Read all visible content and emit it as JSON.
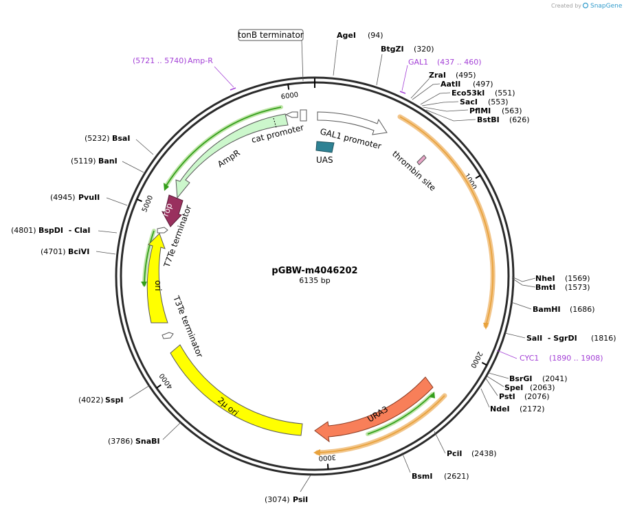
{
  "credit": {
    "text": "Created by",
    "brand": "SnapGene"
  },
  "plasmid": {
    "name": "pGBW-m4046202",
    "size_label": "6135 bp",
    "length": 6135
  },
  "ticks": [
    {
      "pos": 1000,
      "label": "1000"
    },
    {
      "pos": 2000,
      "label": "2000"
    },
    {
      "pos": 3000,
      "label": "3000"
    },
    {
      "pos": 4000,
      "label": "4000"
    },
    {
      "pos": 5000,
      "label": "5000"
    },
    {
      "pos": 6000,
      "label": "6000"
    }
  ],
  "sites": [
    {
      "name": "AgeI",
      "pos": "(94)"
    },
    {
      "name": "BtgZI",
      "pos": "(320)"
    },
    {
      "name": "ZraI",
      "pos": "(495)"
    },
    {
      "name": "AatII",
      "pos": "(497)"
    },
    {
      "name": "Eco53kI",
      "pos": "(551)"
    },
    {
      "name": "SacI",
      "pos": "(553)"
    },
    {
      "name": "PflMI",
      "pos": "(563)"
    },
    {
      "name": "BstBI",
      "pos": "(626)"
    },
    {
      "name": "NheI",
      "pos": "(1569)"
    },
    {
      "name": "BmtI",
      "pos": "(1573)"
    },
    {
      "name": "BamHI",
      "pos": "(1686)"
    },
    {
      "name": "SalI  - SgrDI",
      "pos": "(1816)"
    },
    {
      "name": "BsrGI",
      "pos": "(2041)"
    },
    {
      "name": "SpeI",
      "pos": "(2063)"
    },
    {
      "name": "PstI",
      "pos": "(2076)"
    },
    {
      "name": "NdeI",
      "pos": "(2172)"
    },
    {
      "name": "PciI",
      "pos": "(2438)"
    },
    {
      "name": "BsmI",
      "pos": "(2621)"
    },
    {
      "name": "PsiI",
      "pos": "(3074)"
    },
    {
      "name": "SnaBI",
      "pos": "(3786)"
    },
    {
      "name": "SspI",
      "pos": "(4022)"
    },
    {
      "name": "BciVI",
      "pos": "(4701)"
    },
    {
      "name": "BspDI  - ClaI",
      "pos": "(4801)"
    },
    {
      "name": "PvuII",
      "pos": "(4945)"
    },
    {
      "name": "BanI",
      "pos": "(5119)"
    },
    {
      "name": "BsaI",
      "pos": "(5232)"
    }
  ],
  "primers": [
    {
      "name": "GAL1",
      "range": "(437 .. 460)"
    },
    {
      "name": "CYC1",
      "range": "(1890 .. 1908)"
    },
    {
      "name": "Amp-R",
      "range": "(5721 .. 5740)"
    }
  ],
  "features": {
    "tonb": "tonB terminator",
    "cat": "cat promoter",
    "ampr": "AmpR",
    "gal1": "GAL1 promoter",
    "uas": "UAS",
    "thrombin": "thrombin site",
    "rop": "rop",
    "t7te": "T7Te terminator",
    "ori": "ori",
    "t3te": "T3Te terminator",
    "two_mu": "2μ ori",
    "ura3": "URA3"
  },
  "colors": {
    "ampr": "#ccf7cc",
    "rop": "#99305e",
    "ori": "#ffff00",
    "two_mu": "#ffff00",
    "ura3": "#f87f59",
    "uas": "#2e8294",
    "primer": "#a33fd6",
    "orange_arc": "#e8a23c",
    "green_arc": "#339e1a"
  }
}
